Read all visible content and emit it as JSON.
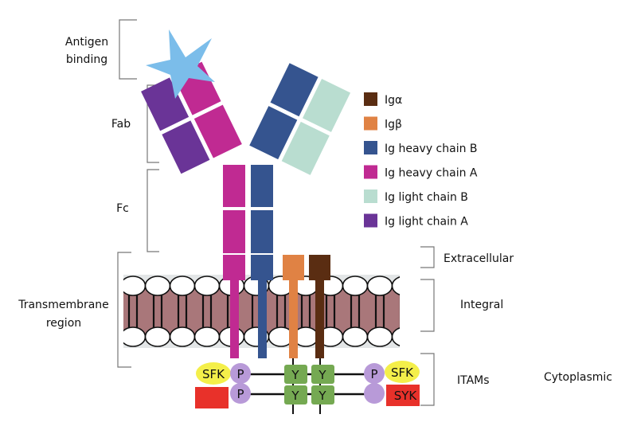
{
  "colors": {
    "ig_alpha": "#5a2d12",
    "ig_beta": "#e08244",
    "heavy_b": "#35548f",
    "heavy_a": "#c02a92",
    "light_b": "#b9ddd0",
    "light_a": "#6a3497",
    "antigen": "#7bbdea",
    "membrane": "#a9777a",
    "membrane_bg": "#e3e6e7",
    "itam": "#75a952",
    "phospho": "#b89ad8",
    "sfk": "#f4ef4a",
    "syk": "#e8312a"
  },
  "region_labels": {
    "antigen_binding_line1": "Antigen",
    "antigen_binding_line2": "binding",
    "fab": "Fab",
    "fc": "Fc",
    "transmembrane_line1": "Transmembrane",
    "transmembrane_line2": "region",
    "extracellular": "Extracellular",
    "integral": "Integral",
    "itams": "ITAMs",
    "cytoplasmic": "Cytoplasmic"
  },
  "legend": [
    {
      "label": "Igα",
      "color_key": "ig_alpha"
    },
    {
      "label": "Igβ",
      "color_key": "ig_beta"
    },
    {
      "label": "Ig heavy chain B",
      "color_key": "heavy_b"
    },
    {
      "label": "Ig heavy chain A",
      "color_key": "heavy_a"
    },
    {
      "label": "Ig light chain B",
      "color_key": "light_b"
    },
    {
      "label": "Ig light chain A",
      "color_key": "light_a"
    }
  ],
  "signaling": {
    "sfk": "SFK",
    "syk": "SYK",
    "phospho": "P",
    "tyrosine": "Y"
  }
}
